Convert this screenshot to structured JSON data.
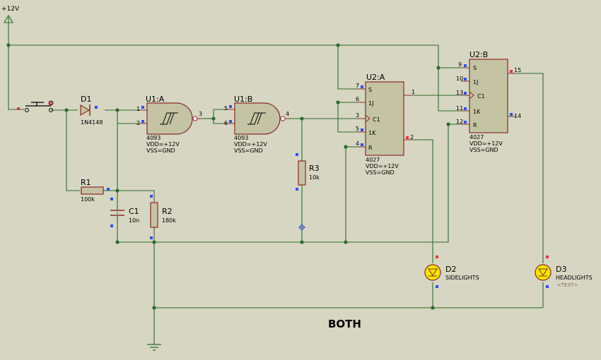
{
  "power": {
    "label": "+12V"
  },
  "components": {
    "d1": {
      "ref": "D1",
      "value": "1N4148"
    },
    "u1a": {
      "ref": "U1:A",
      "part": "4093",
      "vdd": "VDD=+12V",
      "vss": "VSS=GND",
      "pins": [
        "1",
        "2",
        "3"
      ]
    },
    "u1b": {
      "ref": "U1:B",
      "part": "4093",
      "vdd": "VDD=+12V",
      "vss": "VSS=GND",
      "pins": [
        "5",
        "6",
        "4"
      ]
    },
    "u2a": {
      "ref": "U2:A",
      "part": "4027",
      "vdd": "VDD=+12V",
      "vss": "VSS=GND",
      "pin_names": [
        "S",
        "1J",
        "C1",
        "1K",
        "R"
      ],
      "pins": [
        "7",
        "6",
        "3",
        "5",
        "4",
        "1",
        "2"
      ]
    },
    "u2b": {
      "ref": "U2:B",
      "part": "4027",
      "vdd": "VDD=+12V",
      "vss": "VSS=GND",
      "pin_names": [
        "S",
        "1J",
        "C1",
        "1K",
        "R"
      ],
      "pins": [
        "9",
        "10",
        "13",
        "11",
        "12",
        "15",
        "14"
      ]
    },
    "r1": {
      "ref": "R1",
      "value": "100k"
    },
    "r2": {
      "ref": "R2",
      "value": "180k"
    },
    "r3": {
      "ref": "R3",
      "value": "10k"
    },
    "c1": {
      "ref": "C1",
      "value": "10n"
    },
    "d2": {
      "ref": "D2",
      "value": "SIDELIGHTS"
    },
    "d3": {
      "ref": "D3",
      "value": "HEADLIGHTS",
      "extra": "<TEXT>"
    }
  },
  "label_both": "BOTH",
  "colors": {
    "background": "#d6d6c2",
    "wire": "#2f6b2f",
    "body": "#c4c4a4",
    "outline": "#8a2b2b",
    "led": "#f5e600"
  }
}
